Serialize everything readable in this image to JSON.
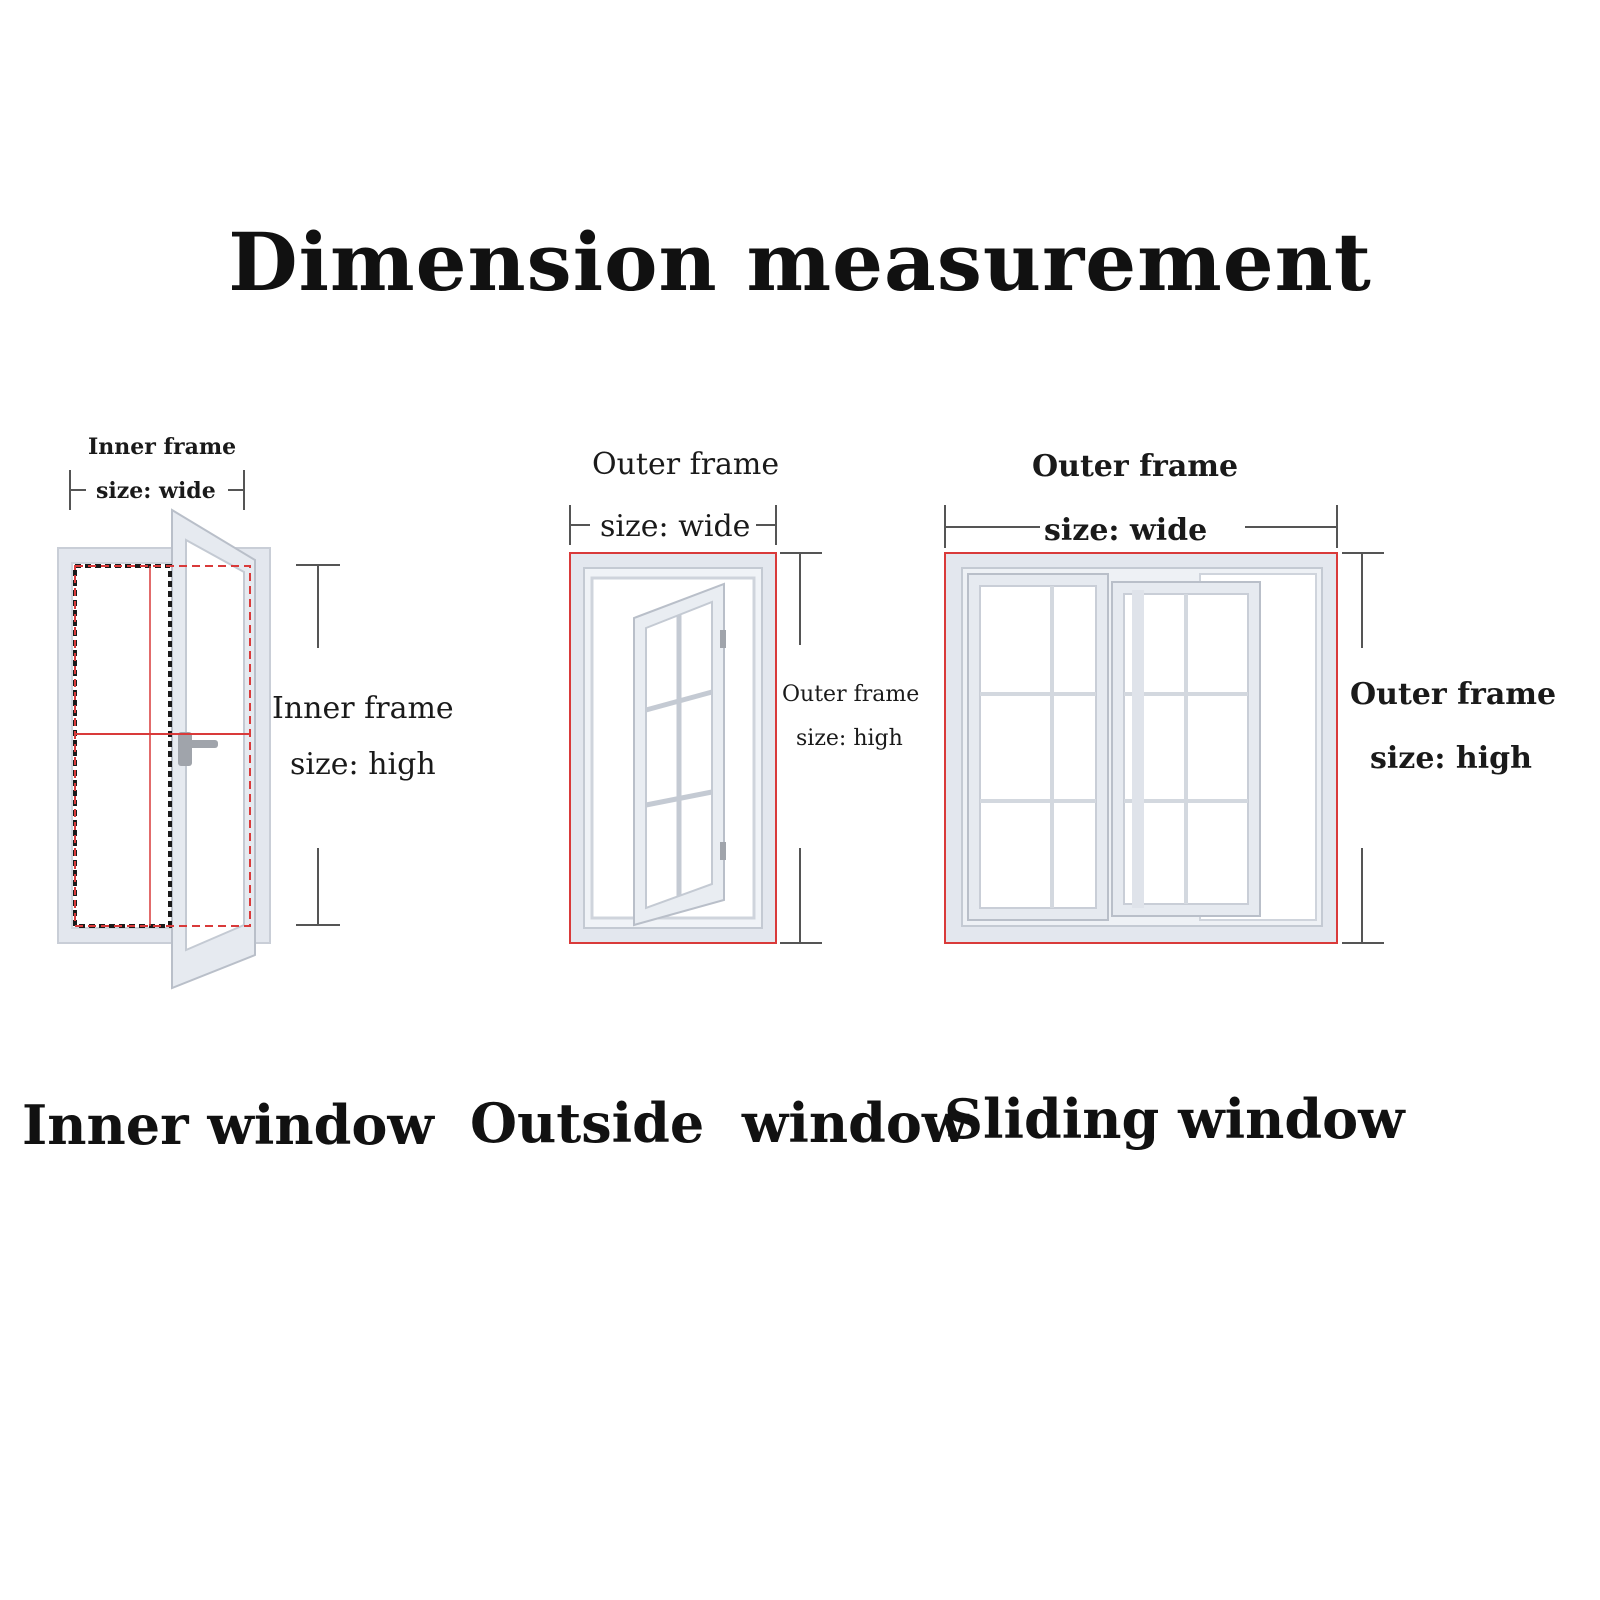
{
  "title": "Dimension measurement",
  "colors": {
    "measure_line": "#d93a3a",
    "frame": "#dfe3ea",
    "frame_shadow": "#c4cad3",
    "glass": "#ffffff",
    "dimension_line": "#555555",
    "text": "#111111"
  },
  "inner_window": {
    "width_label_line1": "Inner frame",
    "width_label_line2": "size: wide",
    "height_label_line1": "Inner frame",
    "height_label_line2": "size: high",
    "caption": "Inner window"
  },
  "outside_window": {
    "width_label_line1": "Outer frame",
    "width_label_line2": "size: wide",
    "height_label_line1": "Outer frame",
    "height_label_line2": "size: high",
    "caption": "Outside  window"
  },
  "sliding_window": {
    "width_label_line1": "Outer frame",
    "width_label_line2": "size: wide",
    "height_label_line1": "Outer frame",
    "height_label_line2": "size: high",
    "caption": "Sliding window"
  }
}
